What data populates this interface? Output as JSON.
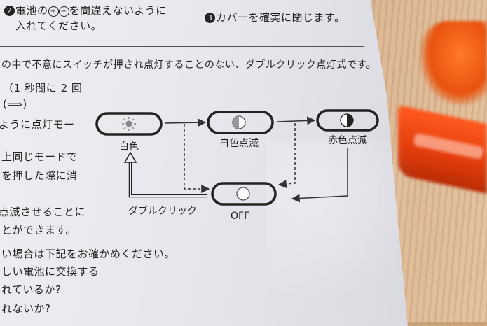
{
  "instructions": {
    "step2_num": "2",
    "step2_plus": "+",
    "step2_minus": "−",
    "step2_text_a": "電池の",
    "step2_text_b": "を間違えないように",
    "step2_line2": "入れてください。",
    "step3_num": "3",
    "step3_text": "カバーを確実に閉じます。"
  },
  "body_lines": [
    "の中で不意にスイッチが押され点灯することのない、ダブルクリック点灯式です。",
    "（1 秒間に 2 回",
    "(⟹)",
    "ように点灯モー",
    "上同じモードで",
    "を押した際に消",
    "点滅させることに",
    "とができます。",
    "い場合は下記をお確かめください。",
    "しい電池に交換する",
    "れているか?",
    "れないか?"
  ],
  "diagram": {
    "modes": [
      {
        "id": "white",
        "label": "白色",
        "icon": "sun-icon"
      },
      {
        "id": "white-blink",
        "label": "白色点滅",
        "icon": "half-white-circle-icon"
      },
      {
        "id": "red-blink",
        "label": "赤色点滅",
        "icon": "half-black-circle-icon"
      },
      {
        "id": "off",
        "label": "OFF",
        "icon": "empty-circle-icon"
      }
    ],
    "double_click_label": "ダブルクリック",
    "colors": {
      "stroke": "#333333",
      "paper": "#ececf0",
      "half_fill": "#222222",
      "sun": "#888888"
    }
  }
}
